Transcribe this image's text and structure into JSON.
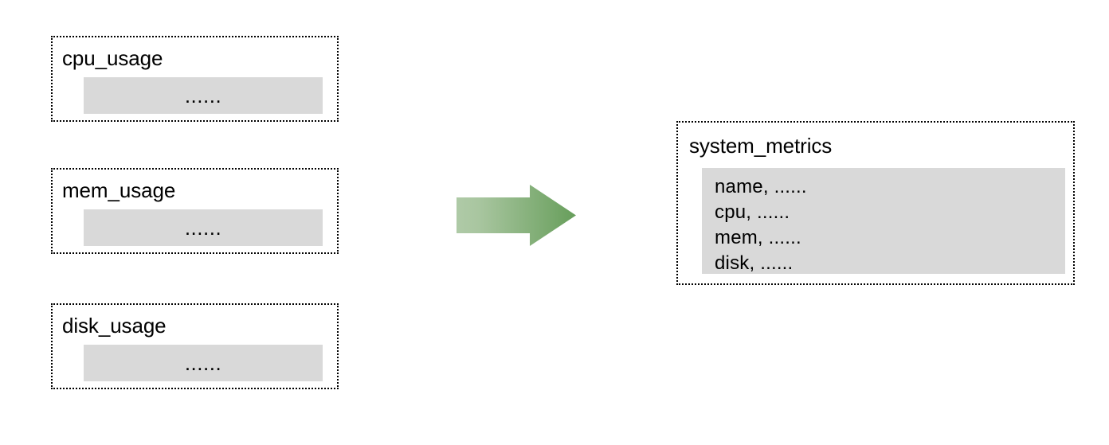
{
  "diagram": {
    "type": "data-merge-flow",
    "background_color": "#ffffff",
    "sources": [
      {
        "title": "cpu_usage",
        "body_text": "......",
        "body_fill": "#d9d9d9",
        "border_style": "dotted",
        "border_color": "#000000"
      },
      {
        "title": "mem_usage",
        "body_text": "......",
        "body_fill": "#d9d9d9",
        "border_style": "dotted",
        "border_color": "#000000"
      },
      {
        "title": "disk_usage",
        "body_text": "......",
        "body_fill": "#d9d9d9",
        "border_style": "dotted",
        "border_color": "#000000"
      }
    ],
    "connector": {
      "kind": "arrow-right",
      "direction": "left-to-right",
      "gradient_from": "#a9c6a0",
      "gradient_to": "#6aa05e"
    },
    "target": {
      "title": "system_metrics",
      "body_fill": "#d9d9d9",
      "border_style": "dotted",
      "border_color": "#000000",
      "rows": [
        "name, ......",
        "cpu, ......",
        "mem, ......",
        "disk, ......"
      ]
    }
  }
}
